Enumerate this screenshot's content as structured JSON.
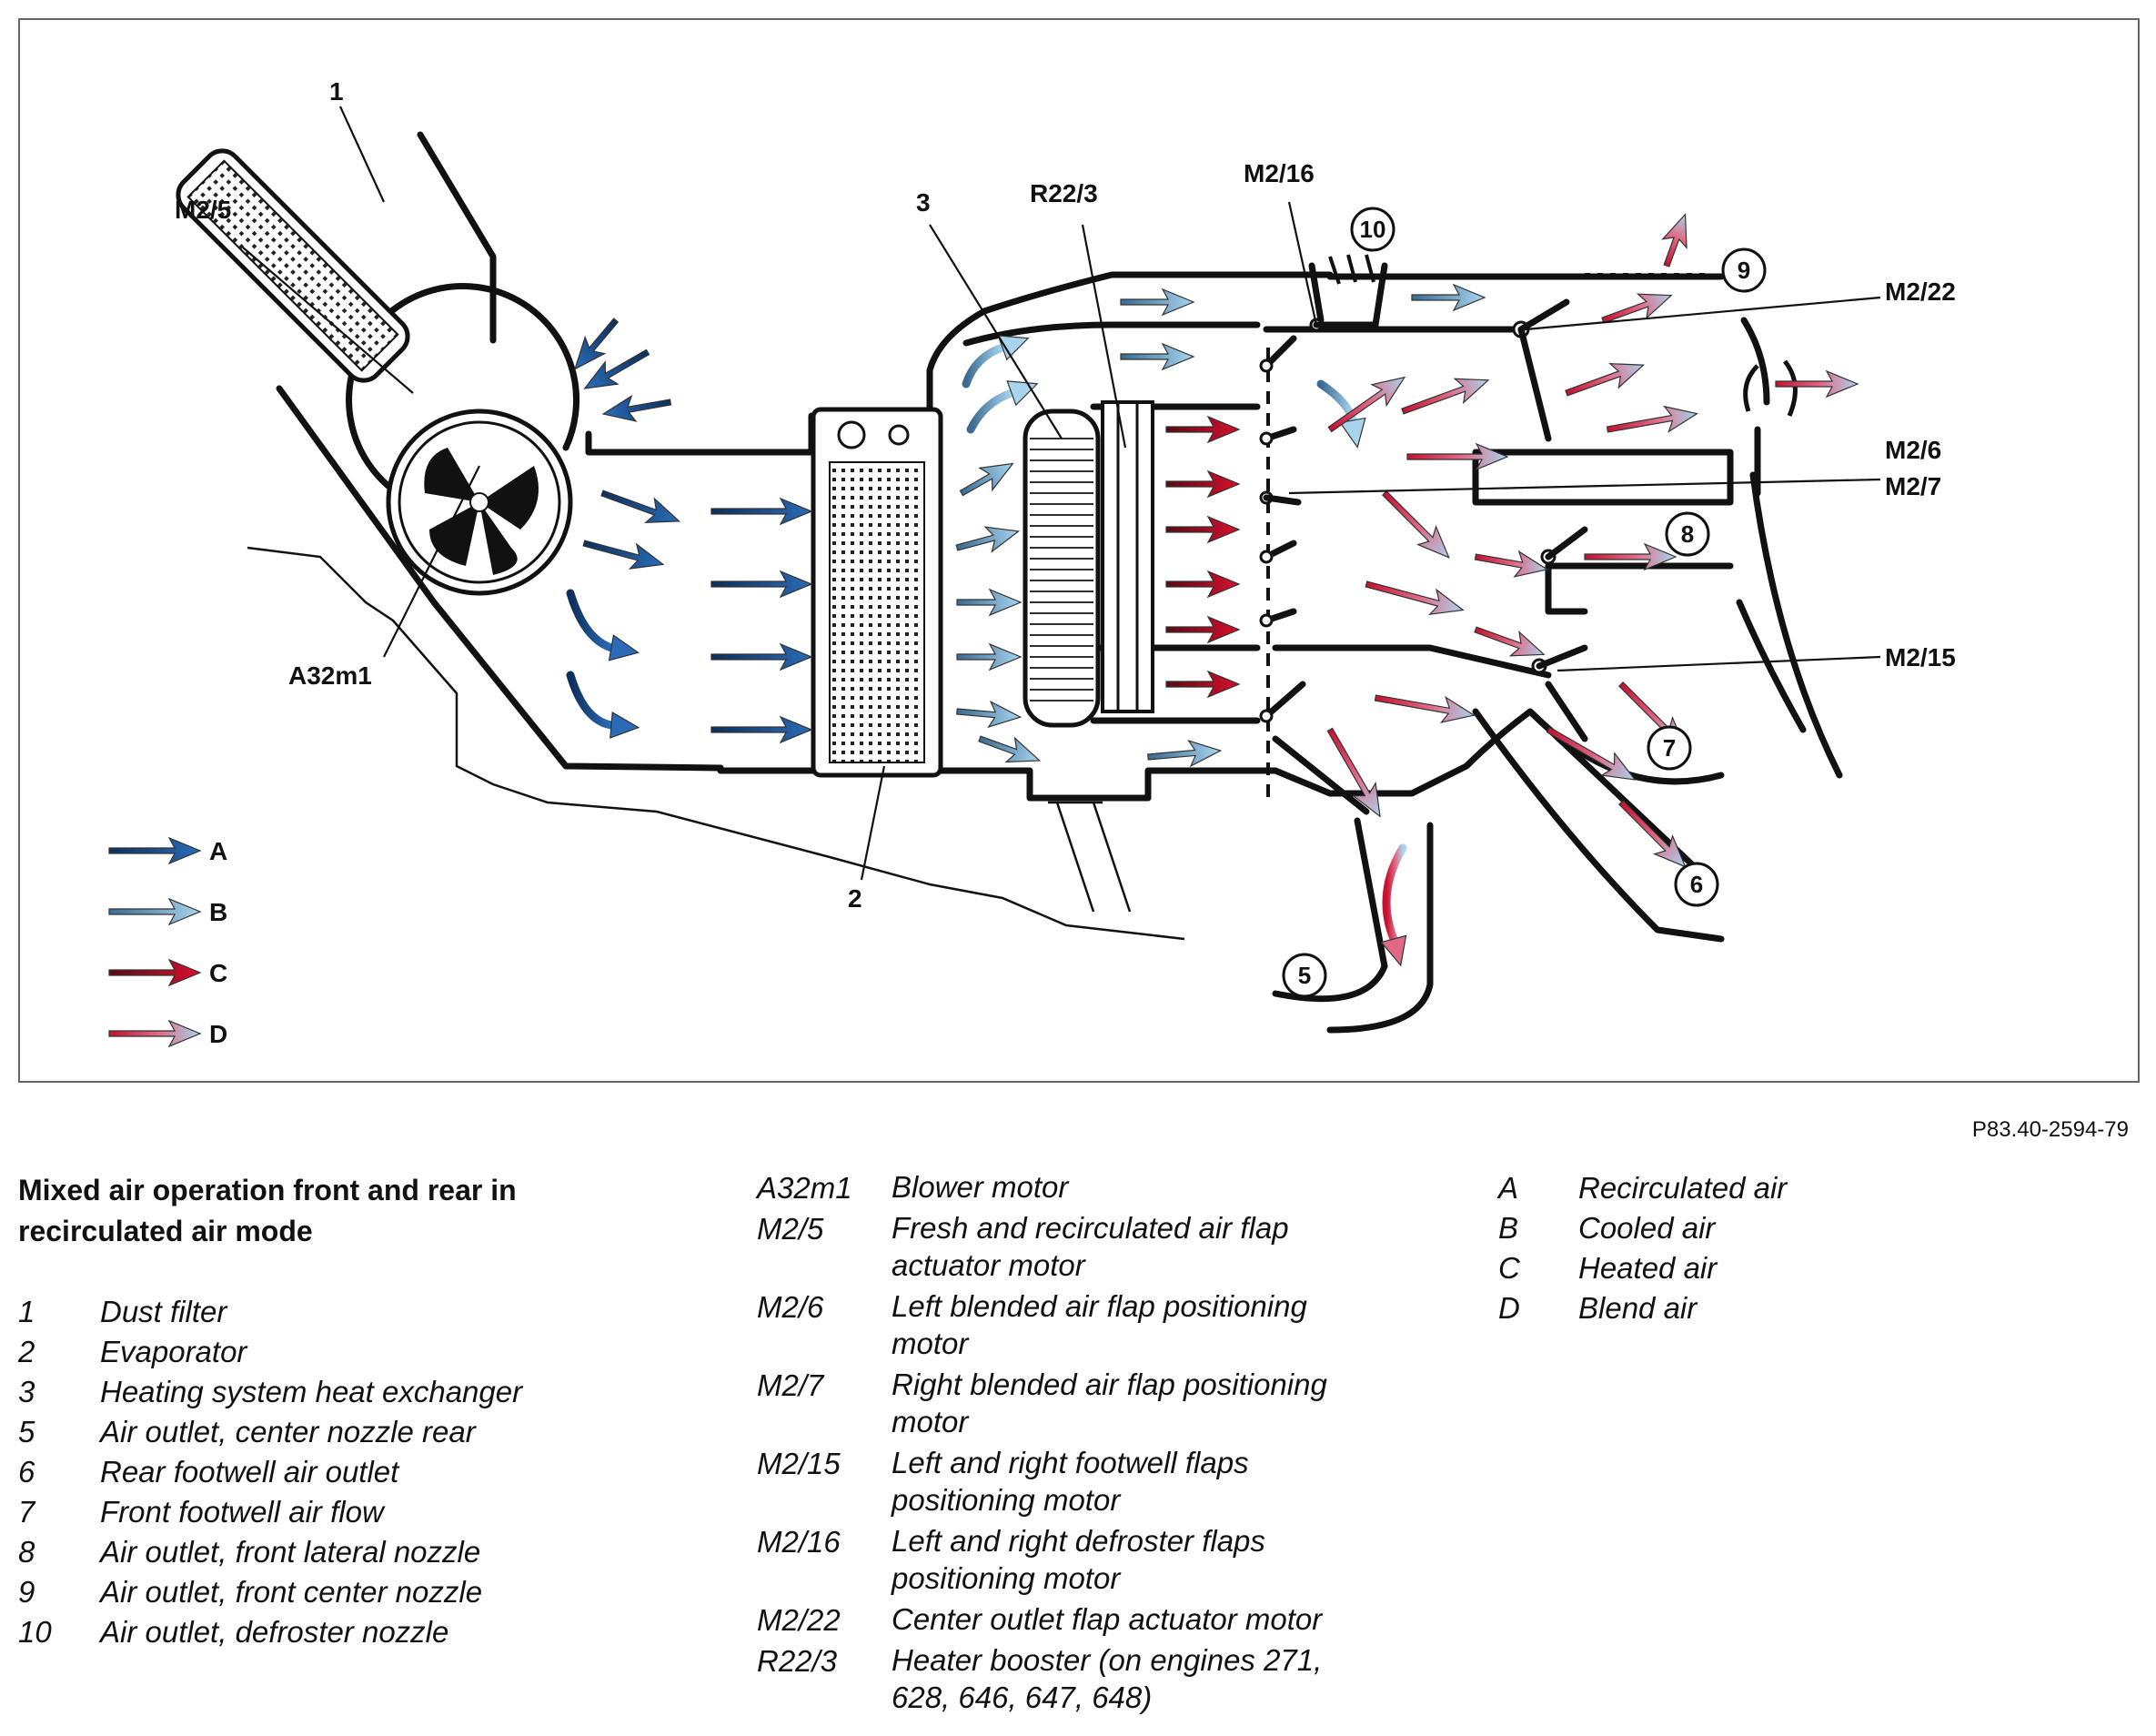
{
  "figure_code": "P83.40-2594-79",
  "labels": {
    "dust_filter": "1",
    "evaporator": "2",
    "heat_exchanger": "3",
    "outlet_5": "5",
    "outlet_6": "6",
    "outlet_7": "7",
    "outlet_8": "8",
    "outlet_9": "9",
    "outlet_10": "10",
    "m2_5": "M2/5",
    "a32m1": "A32m1",
    "r22_3": "R22/3",
    "m2_16": "M2/16",
    "m2_22": "M2/22",
    "m2_6": "M2/6",
    "m2_7": "M2/7",
    "m2_15": "M2/15"
  },
  "flow_key": [
    {
      "letter": "A",
      "color": "#1f5fa8"
    },
    {
      "letter": "B",
      "color": "#8cc4e4"
    },
    {
      "letter": "C",
      "color": "#c4122f"
    },
    {
      "letter": "D",
      "color": "#d9476a"
    }
  ],
  "legend": {
    "title": "Mixed air operation front and rear in recirculated air mode",
    "numbered": [
      {
        "key": "1",
        "text": "Dust filter"
      },
      {
        "key": "2",
        "text": "Evaporator"
      },
      {
        "key": "3",
        "text": "Heating system heat exchanger"
      },
      {
        "key": "5",
        "text": "Air outlet, center nozzle rear"
      },
      {
        "key": "6",
        "text": "Rear footwell air outlet"
      },
      {
        "key": "7",
        "text": "Front footwell air flow"
      },
      {
        "key": "8",
        "text": "Air outlet, front lateral nozzle"
      },
      {
        "key": "9",
        "text": "Air outlet, front center nozzle"
      },
      {
        "key": "10",
        "text": "Air outlet, defroster nozzle"
      }
    ],
    "components": [
      {
        "key": "A32m1",
        "text": "Blower motor"
      },
      {
        "key": "M2/5",
        "text": "Fresh and recirculated air flap actuator motor"
      },
      {
        "key": "M2/6",
        "text": "Left blended air flap positioning motor"
      },
      {
        "key": "M2/7",
        "text": "Right blended air flap positioning motor"
      },
      {
        "key": "M2/15",
        "text": "Left and right footwell flaps positioning motor"
      },
      {
        "key": "M2/16",
        "text": "Left and right defroster flaps positioning motor"
      },
      {
        "key": "M2/22",
        "text": "Center outlet flap actuator motor"
      },
      {
        "key": "R22/3",
        "text": "Heater booster (on engines 271, 628, 646, 647, 648)"
      }
    ],
    "flows": [
      {
        "key": "A",
        "text": "Recirculated air"
      },
      {
        "key": "B",
        "text": "Cooled air"
      },
      {
        "key": "C",
        "text": "Heated air"
      },
      {
        "key": "D",
        "text": "Blend air"
      }
    ]
  }
}
